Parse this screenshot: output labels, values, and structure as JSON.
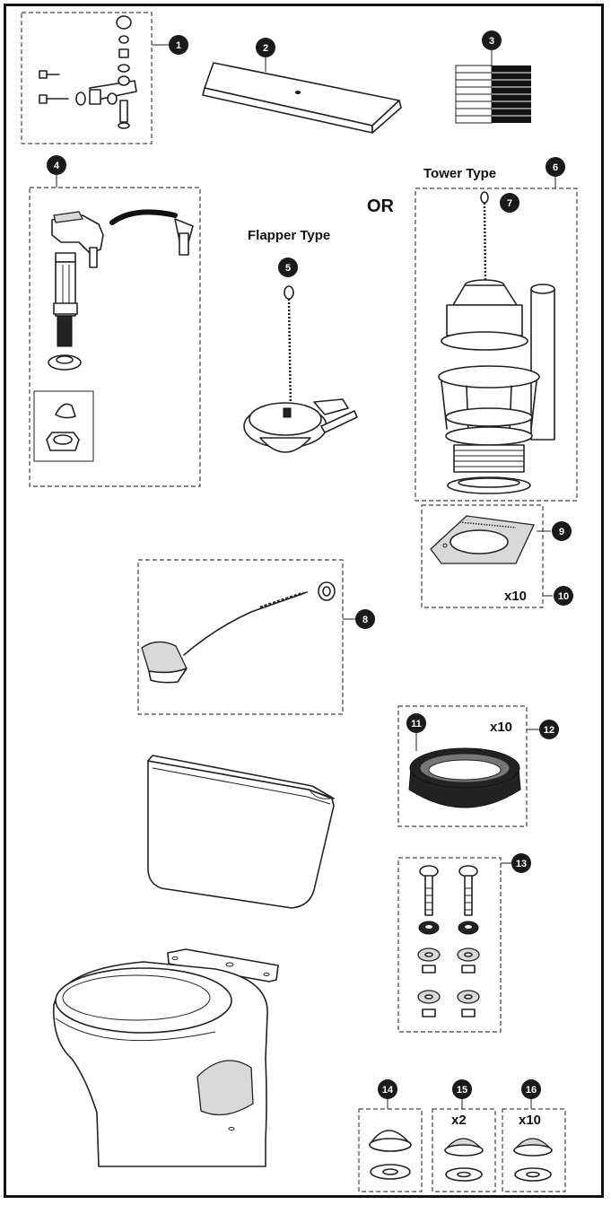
{
  "labels": {
    "tower_type": "Tower Type",
    "or": "OR",
    "flapper_type": "Flapper Type",
    "qty_x10_a": "x10",
    "qty_x10_b": "x10",
    "qty_x2": "x2",
    "qty_x10_c": "x10"
  },
  "callouts": [
    "1",
    "2",
    "3",
    "4",
    "5",
    "6",
    "7",
    "8",
    "9",
    "10",
    "11",
    "12",
    "13",
    "14",
    "15",
    "16"
  ],
  "colors": {
    "badge": "#1a1a1a",
    "line": "#222222"
  }
}
